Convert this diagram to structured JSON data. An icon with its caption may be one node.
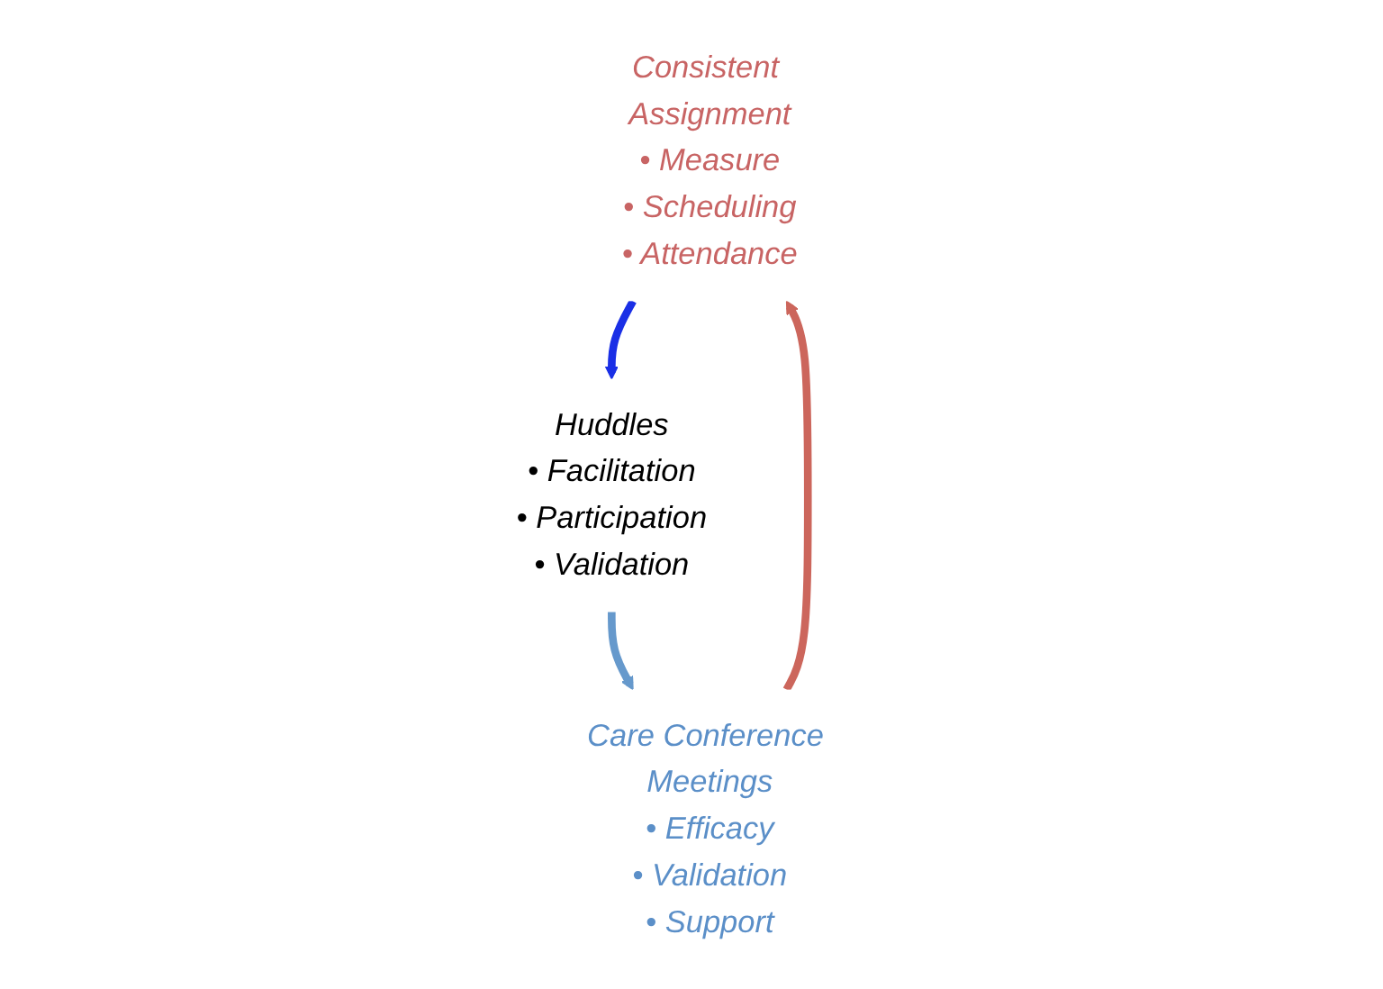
{
  "diagram": {
    "nodes": [
      {
        "text": [
          "Consistent Assignment",
          "• Measure",
          "• Scheduling",
          "• Attendance"
        ]
      },
      {
        "text": [
          "Huddles",
          "• Facilitation",
          "• Participation",
          "• Validation"
        ]
      },
      {
        "text": [
          "Care Conference Meetings",
          "• Efficacy",
          "• Validation",
          "• Support"
        ]
      }
    ],
    "edges": [
      {
        "from": 0,
        "to": 1,
        "arrow": "to",
        "color": "#1a2fe6"
      },
      {
        "from": 1,
        "to": 2,
        "arrow": "to",
        "color": "#6699cc"
      },
      {
        "from": 2,
        "to": 0,
        "arrow": "to",
        "color": "#cc665c"
      }
    ]
  }
}
